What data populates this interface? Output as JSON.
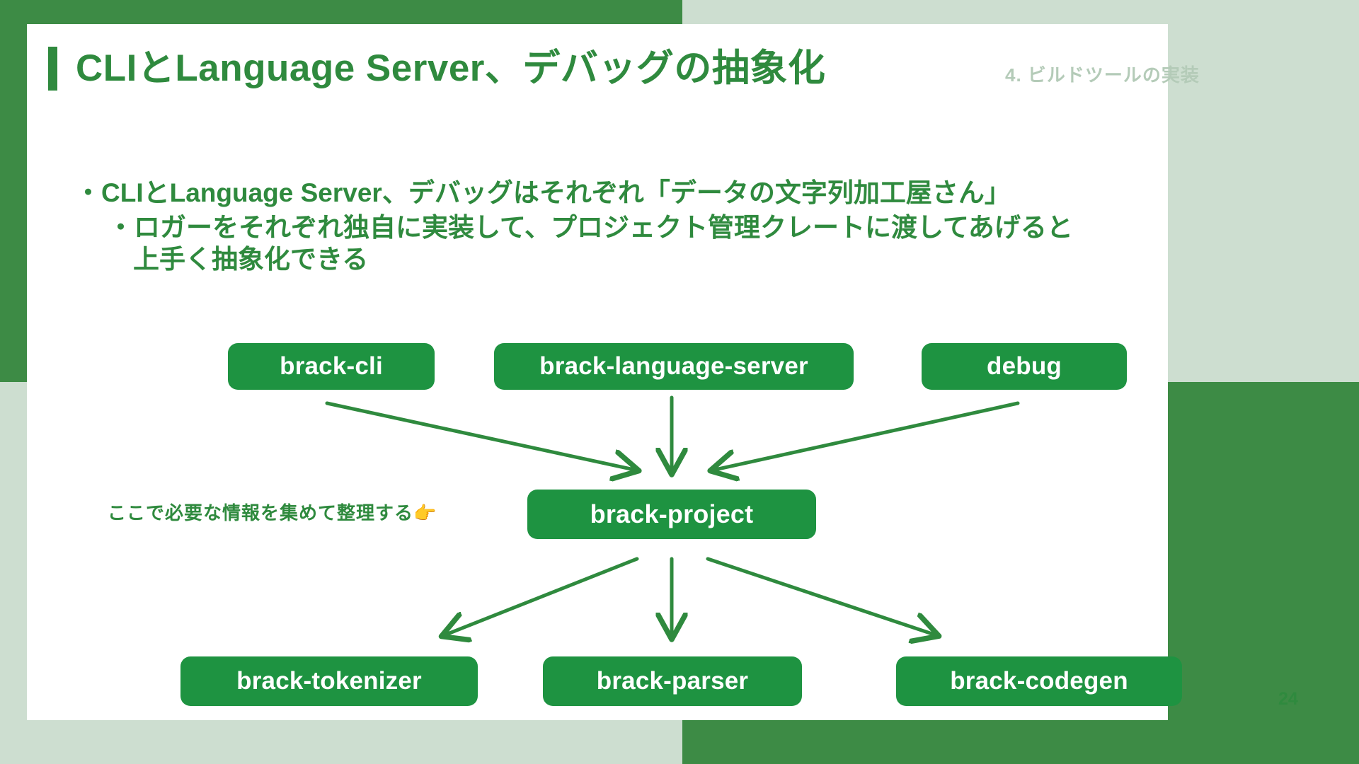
{
  "slide": {
    "page_number": "24",
    "section_label": "4. ビルドツールの実装",
    "title": "CLIとLanguage Server、デバッグの抽象化"
  },
  "colors": {
    "brand_green": "#3d8b45",
    "title_green": "#2f8a3e",
    "node_green": "#1e9341",
    "pale_green": "#cdded0",
    "section_label_green": "#b4cbb8",
    "emoji_yellow": "#f2c14e",
    "card_white": "#ffffff"
  },
  "body": {
    "bullet_1": "・CLIとLanguage Server、デバッグはそれぞれ「データの文字列加工屋さん」",
    "bullet_2_line_1": "・ロガーをそれぞれ独自に実装して、プロジェクト管理クレートに渡してあげると",
    "bullet_2_line_2": "上手く抽象化できる"
  },
  "diagram": {
    "annotation_text": "ここで必要な情報を集めて整理する",
    "annotation_emoji": "👉",
    "top_nodes": [
      {
        "id": "brack-cli",
        "label": "brack-cli"
      },
      {
        "id": "brack-language-server",
        "label": "brack-language-server"
      },
      {
        "id": "debug",
        "label": "debug"
      }
    ],
    "center_node": {
      "id": "brack-project",
      "label": "brack-project"
    },
    "bottom_nodes": [
      {
        "id": "brack-tokenizer",
        "label": "brack-tokenizer"
      },
      {
        "id": "brack-parser",
        "label": "brack-parser"
      },
      {
        "id": "brack-codegen",
        "label": "brack-codegen"
      }
    ]
  }
}
